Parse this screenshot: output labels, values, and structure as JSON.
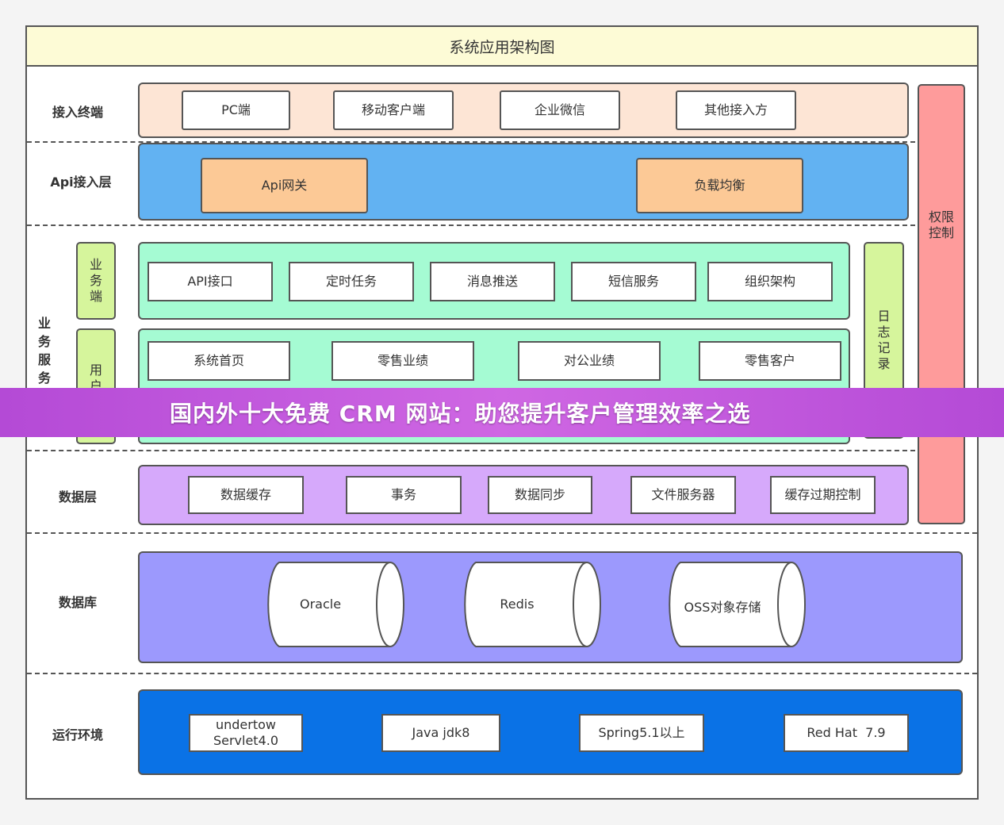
{
  "title": "系统应用架构图",
  "rows": {
    "access": "接入终端",
    "api": "Api接入层",
    "business": "业务服务层",
    "data": "数据层",
    "database": "数据库",
    "runtime": "运行环境"
  },
  "access_items": [
    "PC端",
    "移动客户端",
    "企业微信",
    "其他接入方"
  ],
  "api_items": [
    "Api网关",
    "负载均衡"
  ],
  "business": {
    "side_top": "业务端",
    "side_bottom": "用户端",
    "top_items": [
      "API接口",
      "定时任务",
      "消息推送",
      "短信服务",
      "组织架构"
    ],
    "bottom_items": [
      "系统首页",
      "零售业绩",
      "对公业绩",
      "零售客户"
    ]
  },
  "log_label": "日志记录",
  "permission_label": "权限控制",
  "data_items": [
    "数据缓存",
    "事务",
    "数据同步",
    "文件服务器",
    "缓存过期控制"
  ],
  "db_items": [
    "Oracle",
    "Redis",
    "OSS对象存储"
  ],
  "runtime_items": [
    "undertow Servlet4.0",
    "Java jdk8",
    "Spring5.1以上",
    "Red Hat  7.9"
  ],
  "banner": "国内外十大免费 CRM 网站：助您提升客户管理效率之选",
  "colors": {
    "title_bg": "#fdfbd6",
    "access_bg": "#fde5d5",
    "api_bg": "#62b2f2",
    "api_item_bg": "#fcc996",
    "business_bg": "#a5fbd3",
    "side_bg": "#d6f59c",
    "data_bg": "#d6a9fb",
    "database_bg": "#9c99fd",
    "runtime_bg": "#0a72e6",
    "permission_bg": "#fe9b9b",
    "banner_bg": "#c35bde"
  }
}
